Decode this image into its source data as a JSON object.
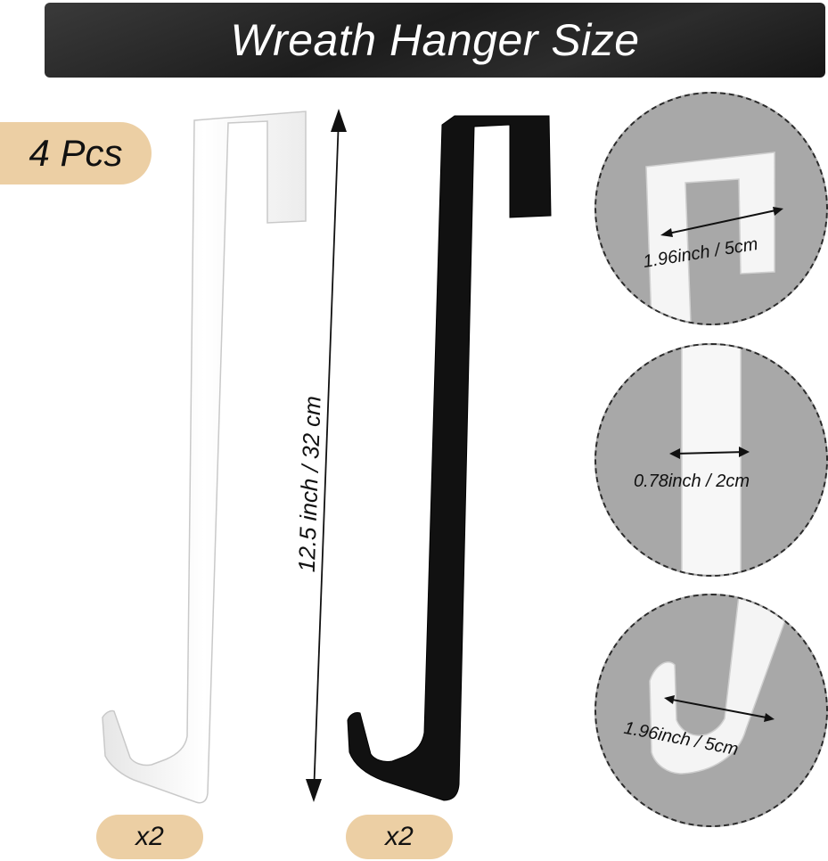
{
  "title": "Wreath Hanger Size",
  "badge": "4 Pcs",
  "dimension_label": "12.5 inch /  32 cm",
  "quantity_white": "x2",
  "quantity_black": "x2",
  "details": {
    "top_width": "1.96inch / 5cm",
    "strip_width": "0.78inch / 2cm",
    "hook_width": "1.96inch / 5cm"
  },
  "colors": {
    "badge": "#eccfa4",
    "title_bar": "#1d1d1d",
    "hanger_white": "#ffffff",
    "hanger_black": "#111111",
    "detail_background": "#a8a8a8"
  }
}
